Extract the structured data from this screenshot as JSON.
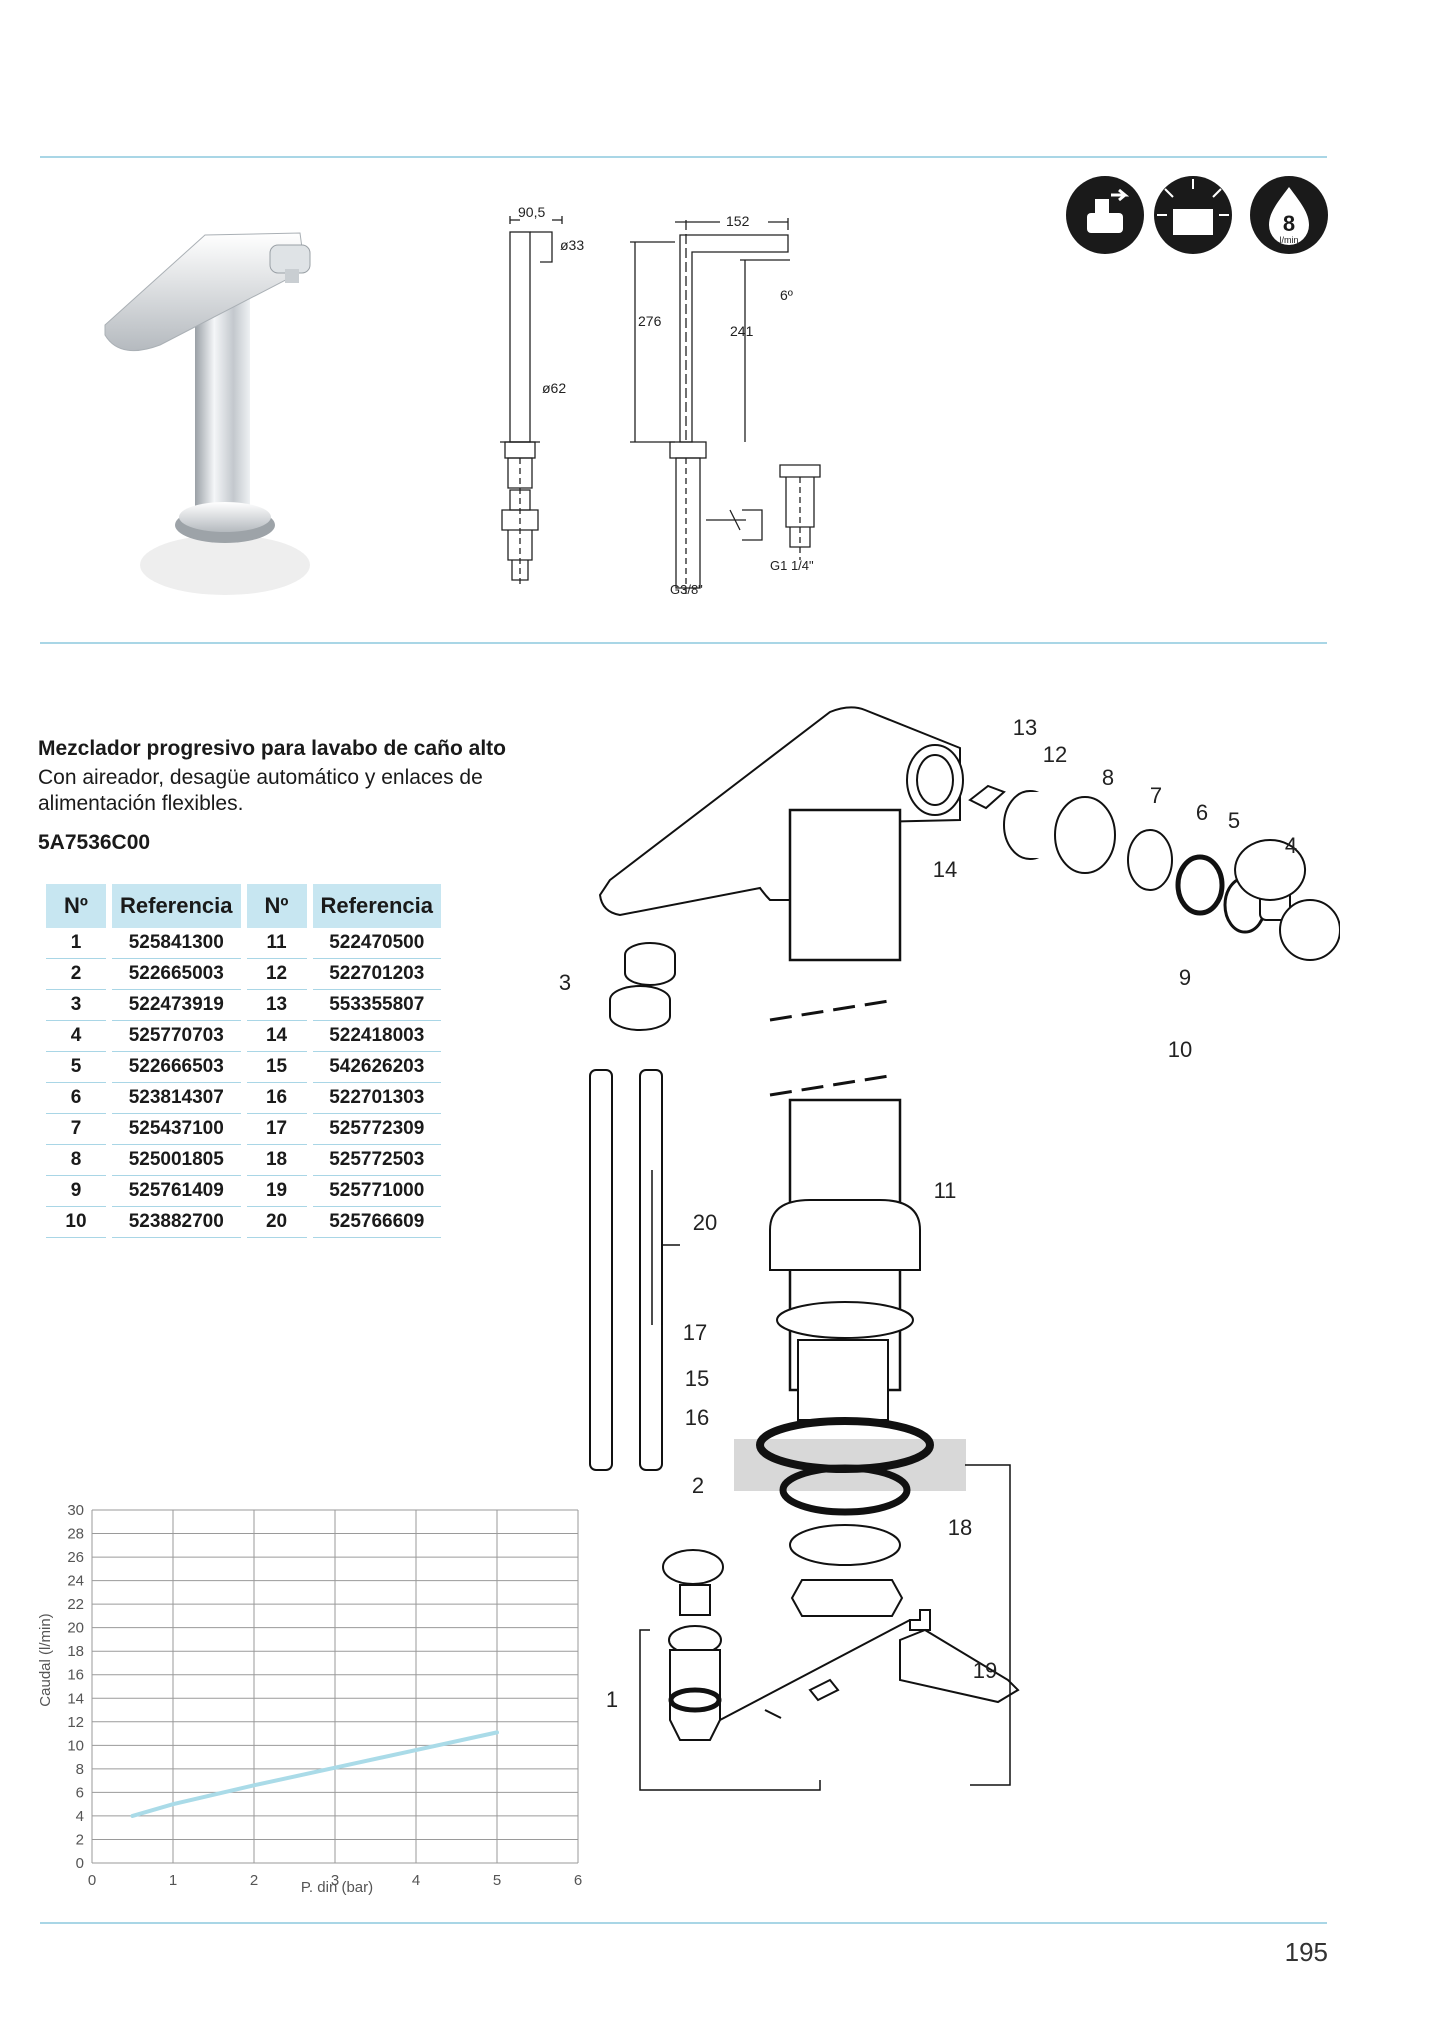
{
  "product": {
    "title": "Mezclador progresivo para lavabo de caño alto",
    "description": "Con aireador, desagüe automático y enlaces de alimentación flexibles.",
    "code": "5A7536C00"
  },
  "icons": [
    "progressive-cartridge-icon",
    "cold-start-icon",
    "flow-8-lmin-icon"
  ],
  "flow_badge": {
    "value": "8",
    "unit": "l/min"
  },
  "dimensions": {
    "front": {
      "width": "90,5",
      "top_dia": "ø33",
      "base_dia": "ø62"
    },
    "side": {
      "reach": "152",
      "angle": "6º",
      "height": "276",
      "spout_height": "241",
      "supply": "G3/8\"",
      "waste": "G1 1/4\""
    }
  },
  "parts_table": {
    "headers": [
      "Nº",
      "Referencia",
      "Nº",
      "Referencia"
    ],
    "rows": [
      [
        "1",
        "525841300",
        "11",
        "522470500"
      ],
      [
        "2",
        "522665003",
        "12",
        "522701203"
      ],
      [
        "3",
        "522473919",
        "13",
        "553355807"
      ],
      [
        "4",
        "525770703",
        "14",
        "522418003"
      ],
      [
        "5",
        "522666503",
        "15",
        "542626203"
      ],
      [
        "6",
        "523814307",
        "16",
        "522701303"
      ],
      [
        "7",
        "525437100",
        "17",
        "525772309"
      ],
      [
        "8",
        "525001805",
        "18",
        "525772503"
      ],
      [
        "9",
        "525761409",
        "19",
        "525771000"
      ],
      [
        "10",
        "523882700",
        "20",
        "525766609"
      ]
    ]
  },
  "diagram_labels": [
    "1",
    "2",
    "3",
    "4",
    "5",
    "6",
    "7",
    "8",
    "9",
    "10",
    "11",
    "12",
    "13",
    "14",
    "15",
    "16",
    "17",
    "18",
    "19",
    "20"
  ],
  "chart_data": {
    "type": "line",
    "title": "",
    "xlabel": "P. din (bar)",
    "ylabel": "Caudal (l/min)",
    "xlim": [
      0,
      6
    ],
    "ylim": [
      0,
      30
    ],
    "xticks": [
      "0",
      "1",
      "2",
      "3",
      "4",
      "5",
      "6"
    ],
    "yticks": [
      "0",
      "2",
      "4",
      "6",
      "8",
      "10",
      "12",
      "14",
      "16",
      "18",
      "20",
      "22",
      "24",
      "26",
      "28",
      "30"
    ],
    "grid": true,
    "color": "#aadbe8",
    "series": [
      {
        "x": [
          0.5,
          1,
          2,
          3,
          4,
          5
        ],
        "y": [
          4.0,
          5.0,
          6.6,
          8.1,
          9.6,
          11.1
        ]
      }
    ]
  },
  "page_number": "195"
}
